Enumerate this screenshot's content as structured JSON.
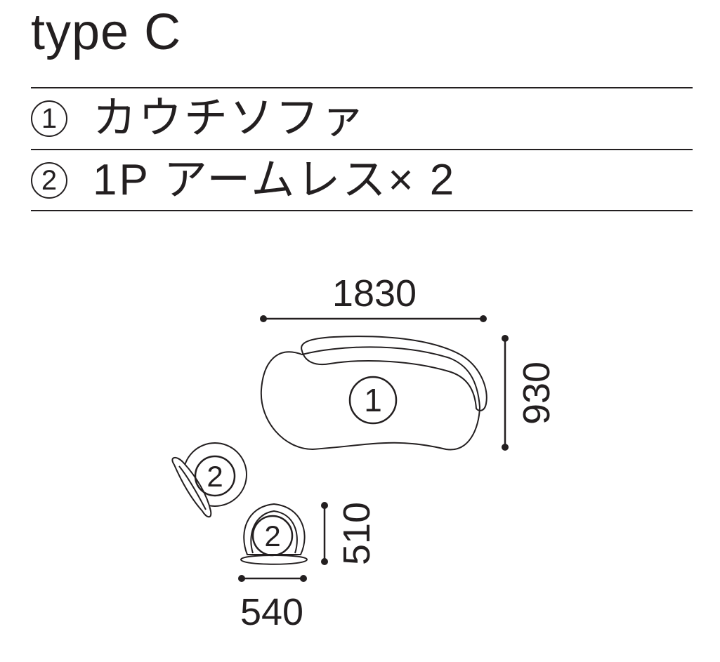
{
  "title": "type C",
  "items": [
    {
      "number": "1",
      "label": "カウチソファ"
    },
    {
      "number": "2",
      "label": "1P アームレス× 2"
    }
  ],
  "diagram": {
    "couch": {
      "number": "1",
      "width": "1830",
      "depth": "930"
    },
    "chairs": [
      {
        "number": "2"
      },
      {
        "number": "2"
      }
    ],
    "chair_width": "540",
    "chair_depth": "510"
  },
  "colors": {
    "ink": "#231f20",
    "background": "#ffffff"
  }
}
